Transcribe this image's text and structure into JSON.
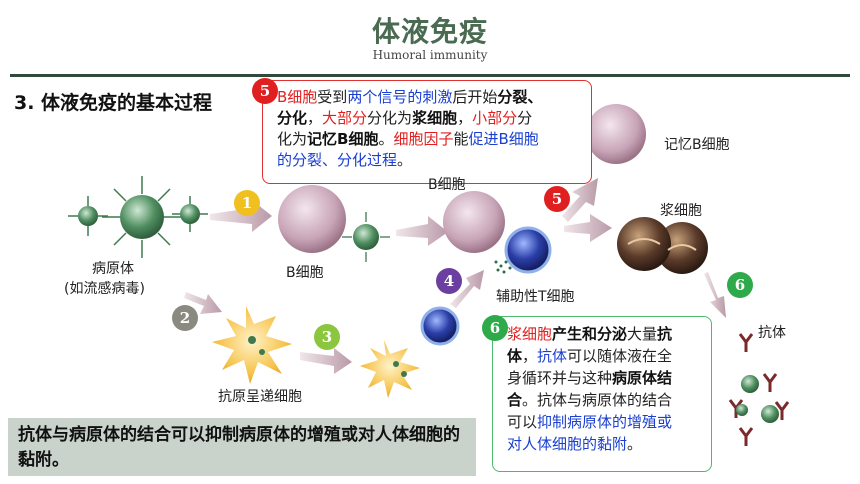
{
  "header": {
    "title": "体液免疫",
    "subtitle": "Humoral immunity"
  },
  "section_heading": "3. 体液免疫的基本过程",
  "step_numbers": {
    "s1": "1",
    "s2": "2",
    "s3": "3",
    "s4": "4",
    "s5a": "5",
    "s5b": "5",
    "s6a": "6",
    "s6b": "6"
  },
  "labels": {
    "pathogen": "病原体",
    "pathogen_note": "(如流感病毒)",
    "b_cell_left": "B细胞",
    "b_cell_mid": "B细胞",
    "apc": "抗原呈递细胞",
    "helper_t": "辅助性T细胞",
    "memory_b": "记忆B细胞",
    "plasma": "浆细胞",
    "antibody": "抗体"
  },
  "callout_step5": {
    "t1": "B细胞",
    "t2": "受到",
    "t3": "两个信号的刺激",
    "t4": "后开始",
    "t5": "分裂、",
    "t6": "分化",
    "t7": "，",
    "t8": "大部分",
    "t9": "分化为",
    "t10": "浆细胞",
    "t11": "，",
    "t12": "小部分",
    "t13": "分",
    "t14": "化为",
    "t15": "记忆B细胞",
    "t16": "。",
    "t17": "细胞因子",
    "t18": "能",
    "t19": "促进B细胞",
    "t20": "的分裂、分化过程",
    "t21": "。"
  },
  "callout_step6": {
    "t1": "浆细胞",
    "t2": "产生和分泌",
    "t3": "大量",
    "t4": "抗",
    "t5": "体",
    "t6": "，",
    "t7": "抗体",
    "t8": "可以随体液在全",
    "t9": "身循环并与这种",
    "t10": "病原体结",
    "t11": "合",
    "t12": "。抗体与病原体的结合",
    "t13": "可以",
    "t14": "抑制病原体的增殖或",
    "t15": "对人体细胞的黏附",
    "t16": "。"
  },
  "summary_note": "抗体与病原体的结合可以抑制病原体的增殖或对人体细胞的黏附。",
  "colors": {
    "title": "#4a6b52",
    "step1": "#f0c020",
    "step2": "#8a8a80",
    "step3": "#8cc63f",
    "step4": "#6a3fa0",
    "step5": "#e02020",
    "step6": "#2eaa4a",
    "callout5_border": "#e03030",
    "callout6_border": "#4db870",
    "note_bg": "#c9d3cc"
  }
}
